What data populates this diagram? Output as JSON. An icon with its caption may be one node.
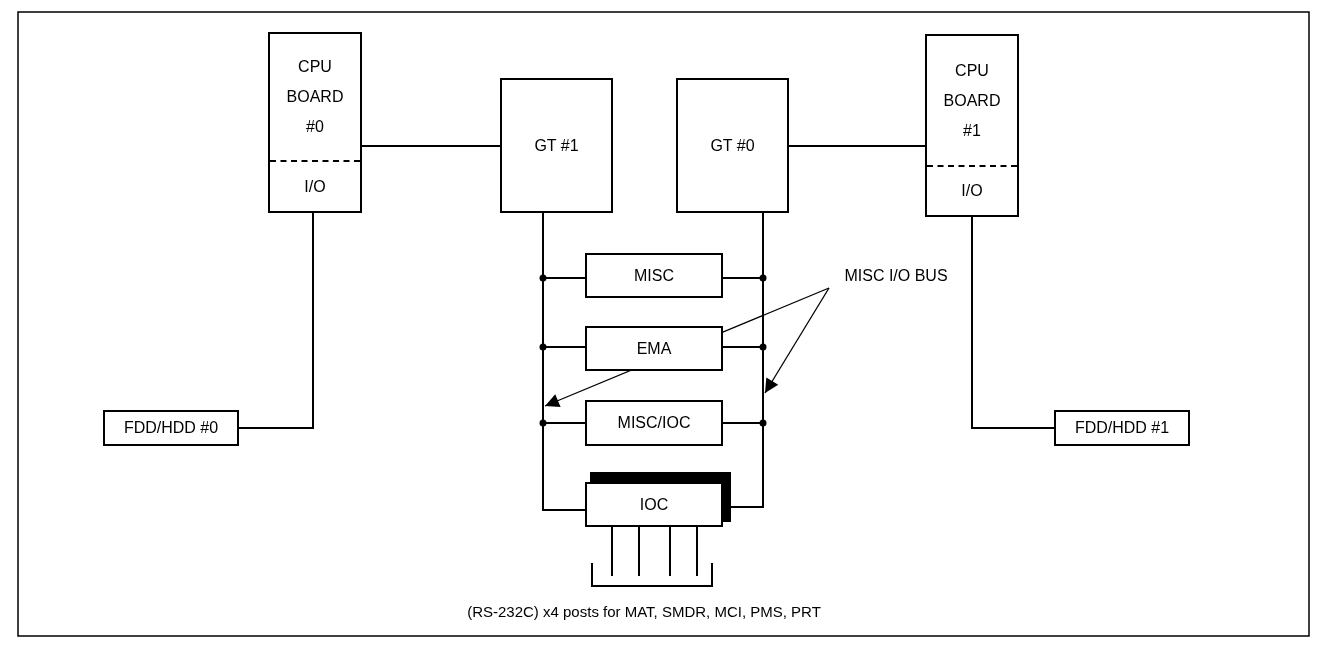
{
  "diagram": {
    "nodes": [
      {
        "text": [
          "CPU BOARD #0",
          "I/O"
        ]
      },
      {
        "text": [
          "GT #1"
        ]
      },
      {
        "text": [
          "GT #0"
        ]
      },
      {
        "text": [
          "CPU BOARD #1",
          "I/O"
        ]
      },
      {
        "text": [
          "FDD/HDD #0"
        ]
      },
      {
        "text": [
          "MISC"
        ]
      },
      {
        "text": [
          "EMA"
        ]
      },
      {
        "text": [
          "MISC/IOC"
        ]
      },
      {
        "text": [
          "IOC"
        ]
      },
      {
        "text": [
          "FDD/HDD #1"
        ]
      },
      {
        "text": [
          "MISC I/O BUS"
        ]
      },
      {
        "text": [],
        "shape": "bar",
        "beside": [
          "(RS-232C) x4 posts for MAT, SMDR, MCI, PMS, PRT"
        ]
      }
    ],
    "edges": [
      {
        "from": 0,
        "to": 1,
        "arrow": "none"
      },
      {
        "from": 2,
        "to": 3,
        "arrow": "none"
      },
      {
        "from": 0,
        "to": 4,
        "arrow": "none"
      },
      {
        "from": 3,
        "to": 9,
        "arrow": "none"
      },
      {
        "from": 1,
        "to": 5,
        "arrow": "none"
      },
      {
        "from": 1,
        "to": 6,
        "arrow": "none"
      },
      {
        "from": 1,
        "to": 7,
        "arrow": "none"
      },
      {
        "from": 1,
        "to": 8,
        "arrow": "none"
      },
      {
        "from": 2,
        "to": 5,
        "arrow": "none"
      },
      {
        "from": 2,
        "to": 6,
        "arrow": "none"
      },
      {
        "from": 2,
        "to": 7,
        "arrow": "none"
      },
      {
        "from": 2,
        "to": 8,
        "arrow": "none"
      },
      {
        "from": 8,
        "to": 11,
        "arrow": "none"
      },
      {
        "from": 8,
        "to": 11,
        "arrow": "none"
      },
      {
        "from": 8,
        "to": 11,
        "arrow": "none"
      },
      {
        "from": 8,
        "to": 11,
        "arrow": "none"
      },
      {
        "from": 10,
        "to": null,
        "arrow": "to"
      },
      {
        "from": 10,
        "to": null,
        "arrow": "to"
      }
    ]
  }
}
